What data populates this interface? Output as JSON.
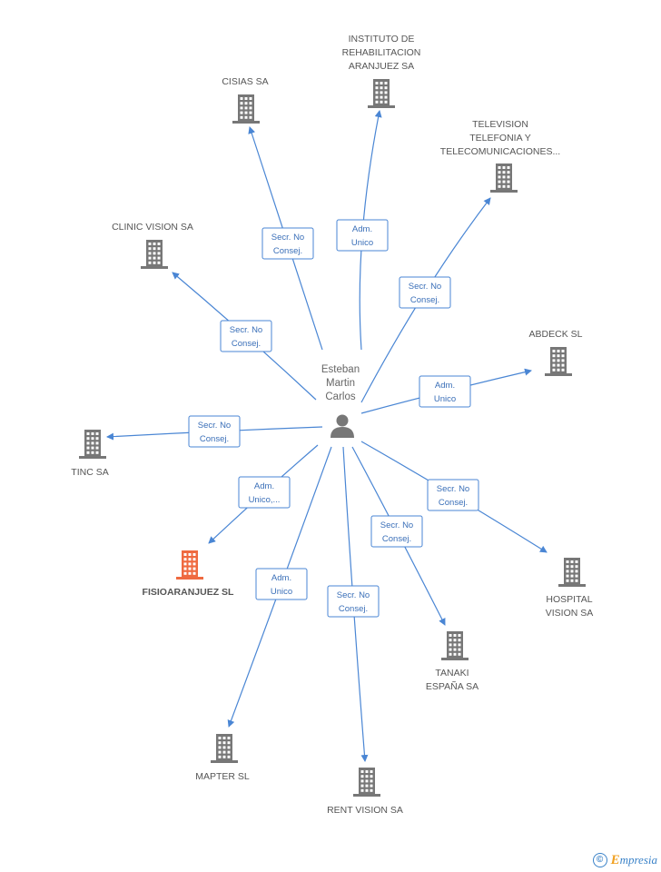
{
  "center": {
    "name_lines": [
      "Esteban",
      "Martin",
      "Carlos"
    ]
  },
  "nodes": [
    {
      "id": "instituto",
      "lines": [
        "INSTITUTO DE",
        "REHABILITACION",
        "ARANJUEZ SA"
      ],
      "focus": false
    },
    {
      "id": "cisias",
      "lines": [
        "CISIAS SA"
      ],
      "focus": false
    },
    {
      "id": "television",
      "lines": [
        "TELEVISION",
        "TELEFONIA Y",
        "TELECOMUNICACIONES..."
      ],
      "focus": false
    },
    {
      "id": "clinic-vision",
      "lines": [
        "CLINIC VISION SA"
      ],
      "focus": false
    },
    {
      "id": "abdeck",
      "lines": [
        "ABDECK SL"
      ],
      "focus": false
    },
    {
      "id": "tinc",
      "lines": [
        "TINC SA"
      ],
      "focus": false
    },
    {
      "id": "fisioaranjuez",
      "lines": [
        "FISIOARANJUEZ SL"
      ],
      "focus": true
    },
    {
      "id": "hospital-vision",
      "lines": [
        "HOSPITAL",
        "VISION SA"
      ],
      "focus": false
    },
    {
      "id": "tanaki",
      "lines": [
        "TANAKI",
        "ESPAÑA SA"
      ],
      "focus": false
    },
    {
      "id": "mapter",
      "lines": [
        "MAPTER SL"
      ],
      "focus": false
    },
    {
      "id": "rent-vision",
      "lines": [
        "RENT VISION SA"
      ],
      "focus": false
    }
  ],
  "edges": [
    {
      "to": "instituto",
      "label": [
        "Adm.",
        "Unico"
      ]
    },
    {
      "to": "cisias",
      "label": [
        "Secr.  No",
        "Consej."
      ]
    },
    {
      "to": "television",
      "label": [
        "Secr.  No",
        "Consej."
      ]
    },
    {
      "to": "clinic-vision",
      "label": [
        "Secr.  No",
        "Consej."
      ]
    },
    {
      "to": "abdeck",
      "label": [
        "Adm.",
        "Unico"
      ]
    },
    {
      "to": "tinc",
      "label": [
        "Secr.  No",
        "Consej."
      ]
    },
    {
      "to": "fisioaranjuez",
      "label": [
        "Adm.",
        "Unico,..."
      ]
    },
    {
      "to": "hospital-vision",
      "label": [
        "Secr.  No",
        "Consej."
      ]
    },
    {
      "to": "tanaki",
      "label": [
        "Secr.  No",
        "Consej."
      ]
    },
    {
      "to": "mapter",
      "label": [
        "Adm.",
        "Unico"
      ]
    },
    {
      "to": "rent-vision",
      "label": [
        "Secr.  No",
        "Consej."
      ]
    }
  ],
  "footer": {
    "copyright_symbol": "©",
    "brand_first": "E",
    "brand_rest": "mpresia"
  },
  "colors": {
    "edge": "#4a86d4",
    "building": "#777777",
    "focus_building": "#ef6a40",
    "person": "#777777"
  }
}
